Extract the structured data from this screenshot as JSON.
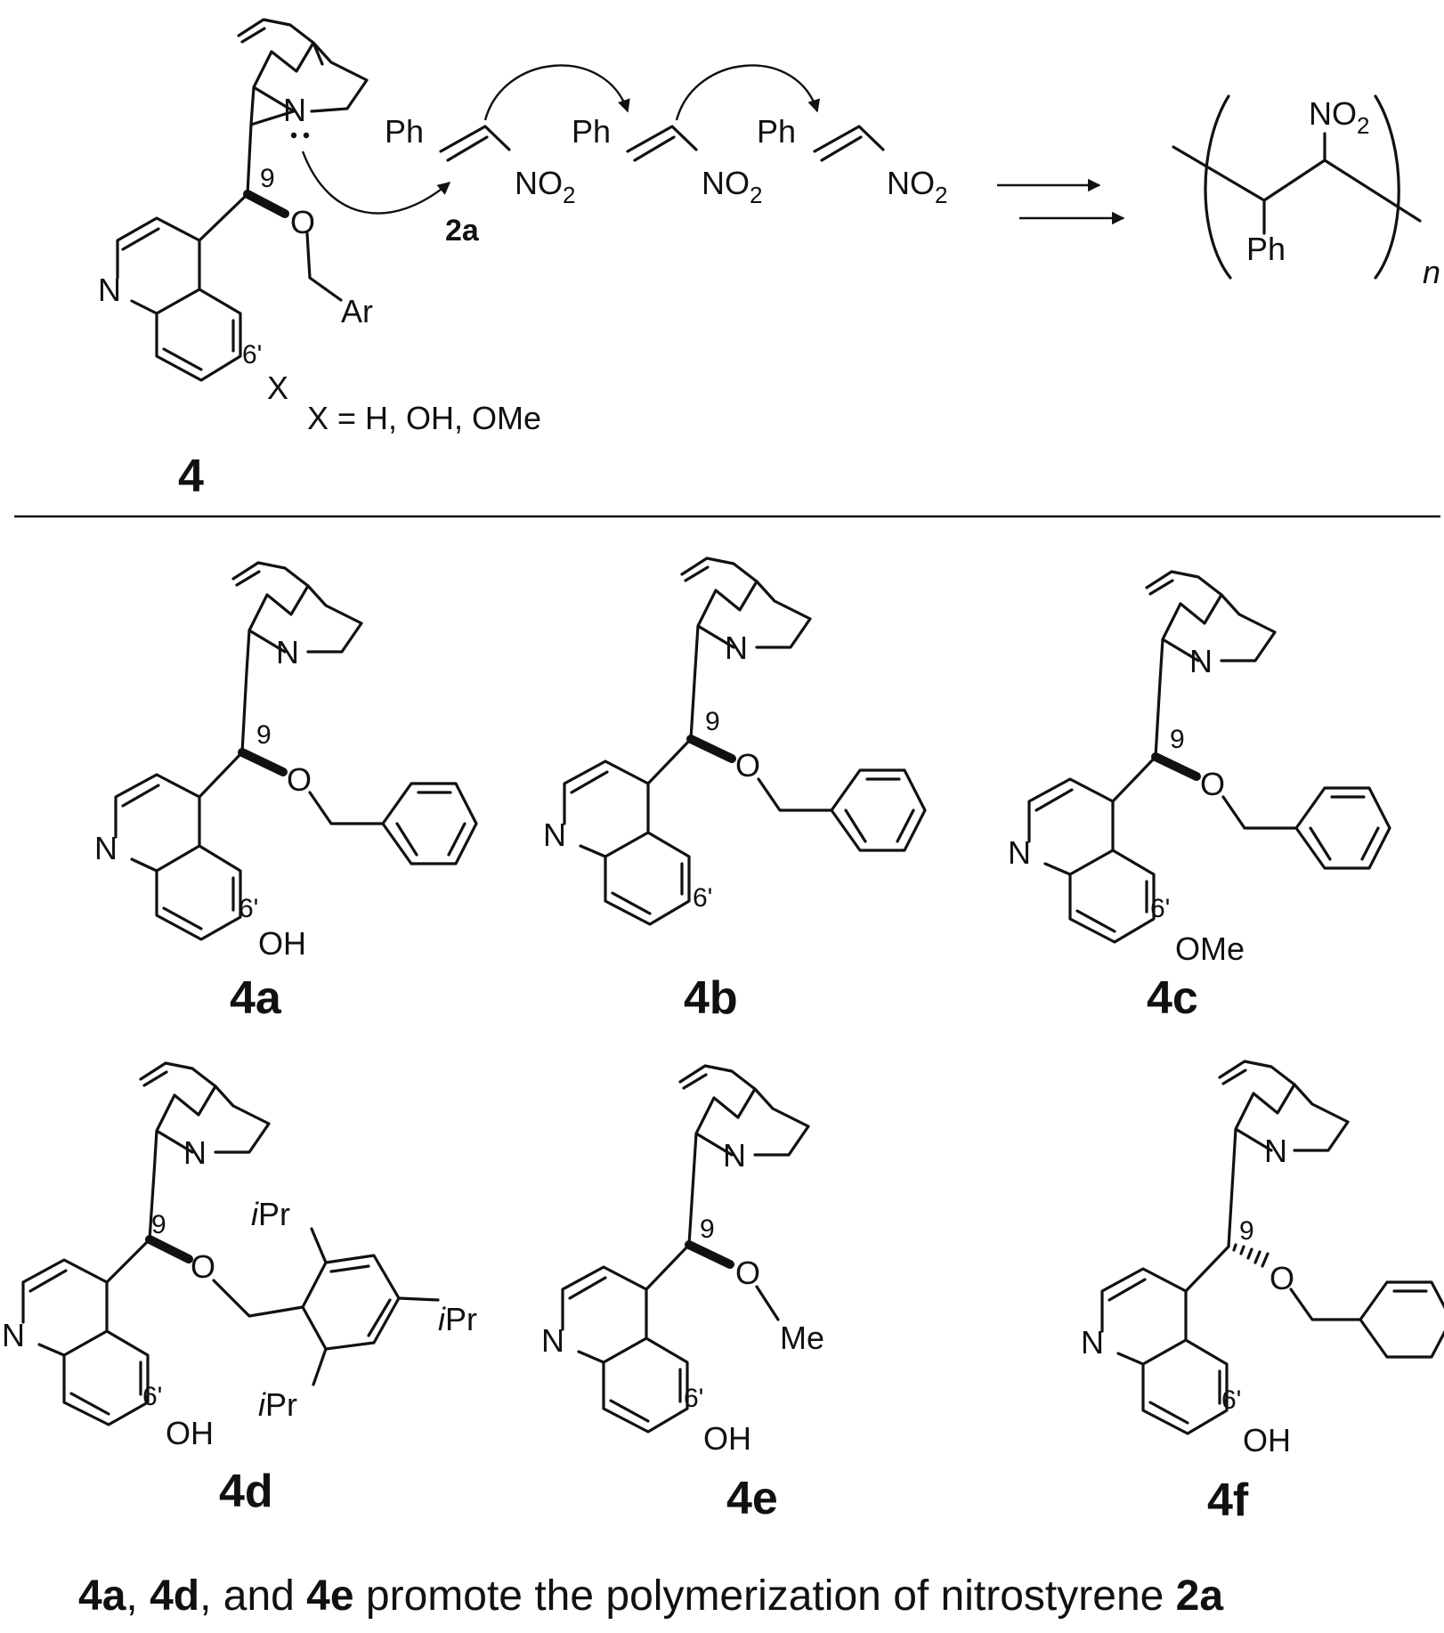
{
  "scheme": {
    "atoms": {
      "N": "N",
      "O": "O",
      "Ph": "Ph",
      "Ar": "Ar",
      "X": "X",
      "NO": "NO",
      "two": "2",
      "OH": "OH",
      "OMe": "OMe",
      "Me": "Me",
      "i": "i",
      "Pr": "Pr"
    },
    "locants": {
      "c9": "9",
      "c6": "6'"
    },
    "general": {
      "label": "4",
      "x_definition": "X = H, OH, OMe",
      "substrate_label": "2a",
      "repeat_index": "n"
    },
    "compounds": [
      {
        "label": "4a",
        "substituent": "OH"
      },
      {
        "label": "4b",
        "substituent": ""
      },
      {
        "label": "4c",
        "substituent": "OMe"
      },
      {
        "label": "4d",
        "substituent": "OH"
      },
      {
        "label": "4e",
        "substituent": "OH"
      },
      {
        "label": "4f",
        "substituent": "OH"
      }
    ],
    "caption": {
      "part1": "4a",
      "part2": ", ",
      "part3": "4d",
      "part4": ", and ",
      "part5": "4e",
      "part6": " promote the polymerization of nitrostyrene ",
      "part7": "2a"
    }
  }
}
